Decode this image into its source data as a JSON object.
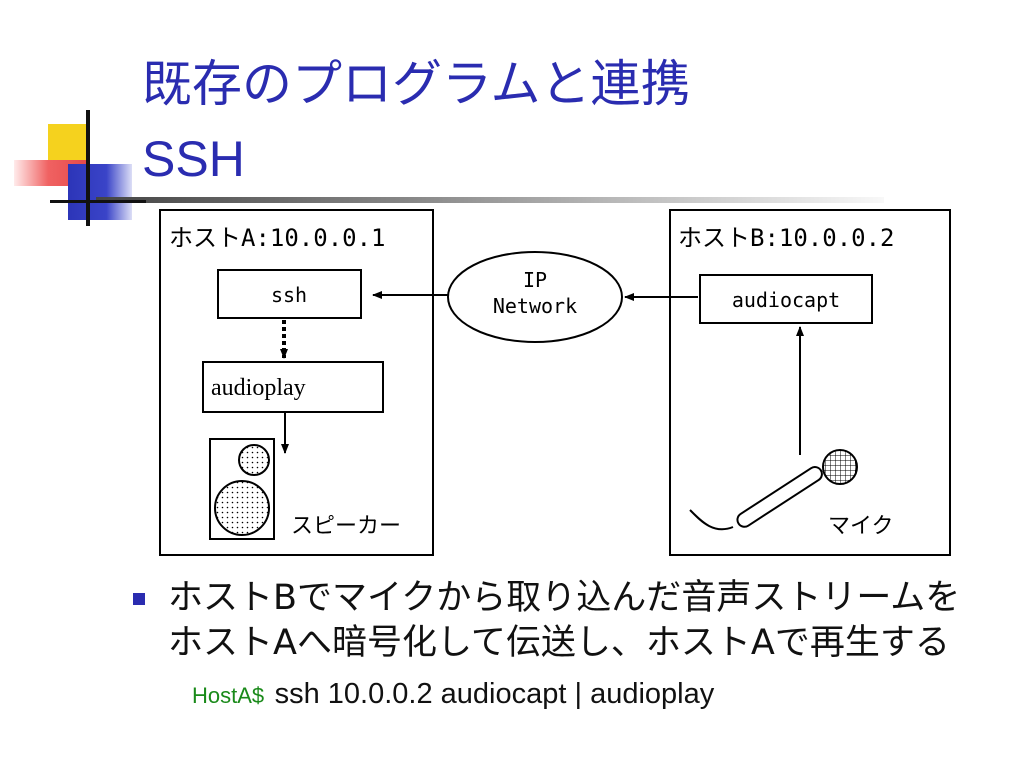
{
  "slide": {
    "title_line1": "既存のプログラムと連携",
    "title_line2": "SSH"
  },
  "diagram": {
    "hostA_label": "ホストA:10.0.0.1",
    "hostB_label": "ホストB:10.0.0.2",
    "ssh_label": "ssh",
    "audioplay_label": "audioplay",
    "audiocapt_label": "audiocapt",
    "network_line1": "IP",
    "network_line2": "Network",
    "speaker_label": "スピーカー",
    "mic_label": "マイク"
  },
  "bullet": {
    "line1": "ホストBでマイクから取り込んだ音声ストリームを",
    "line2": "ホストAへ暗号化して伝送し、ホストAで再生する"
  },
  "command": {
    "prompt": "HostA$",
    "text": "ssh 10.0.0.2 audiocapt | audioplay"
  },
  "colors": {
    "title": "#2a2cb0",
    "prompt": "#1a8a1a",
    "bullet": "#2a2cb0"
  }
}
